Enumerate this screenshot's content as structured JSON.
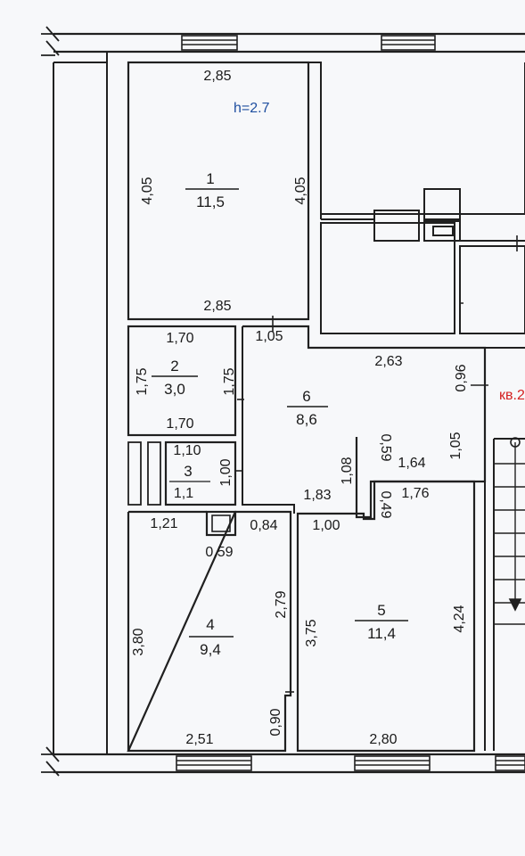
{
  "height_label": "h=2.7",
  "apartment_label": "кв.2",
  "rooms": [
    {
      "number": "1",
      "area": "11,5"
    },
    {
      "number": "2",
      "area": "3,0"
    },
    {
      "number": "3",
      "area": ""
    },
    {
      "number": "4",
      "area": "9,4"
    },
    {
      "number": "5",
      "area": "11,4"
    },
    {
      "number": "6",
      "area": "8,6"
    }
  ],
  "dimensions": {
    "r1_top": "2,85",
    "r1_left": "4,05",
    "r1_right": "4,05",
    "r1_bottom": "2,85",
    "r2_top": "1,70",
    "r2_left": "1,75",
    "r2_right": "1,75",
    "r2_bottom": "1,70",
    "r3_top": "1,10",
    "r3_bottom": "1,1",
    "r3_right": "1,00",
    "r6_door": "1,05",
    "r6_top": "2,63",
    "r6_right": "0,96",
    "r6_mid": "1,83",
    "r6_step_v": "0,59",
    "r6_step_h": "1,64",
    "r6_1_05": "1,05",
    "r6_1_08": "1,08",
    "r4_top_left": "1,21",
    "shaft": "0,59",
    "r4_top_right": "0,84",
    "r4_left": "3,80",
    "r4_right": "2,79",
    "r4_bottom": "2,51",
    "r4_door": "0,90",
    "r5_top_left": "1,00",
    "r5_step": "0,49",
    "r5_top": "1,76",
    "r5_left": "3,75",
    "r5_right": "4,24",
    "r5_bottom": "2,80"
  }
}
